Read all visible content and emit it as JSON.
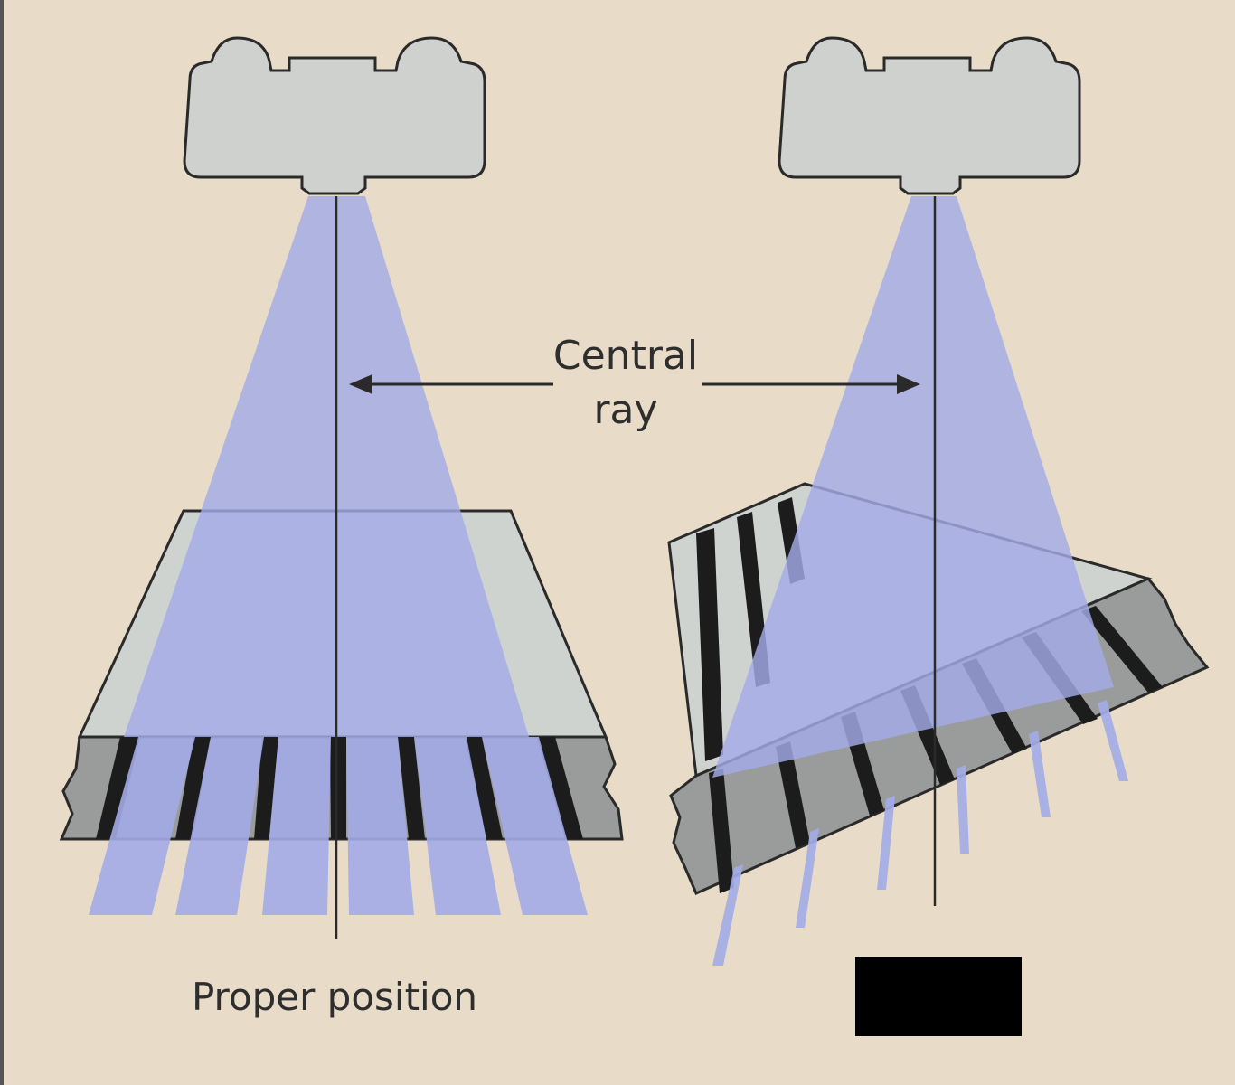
{
  "labels": {
    "central": "Central",
    "ray": "ray",
    "proper_position": "Proper position"
  },
  "colors": {
    "background": "#e8dcc8",
    "tube": "#cfd1cf",
    "outline": "#2a2a2a",
    "beam": "#a3abe6",
    "grid_top": "#cfd3cf",
    "grid_edge": "#9a9c9c",
    "lead_strip": "#1c1c1c",
    "redaction": "#000000"
  },
  "icons": [
    "x-ray-tube-icon",
    "grid-icon",
    "beam-icon",
    "arrow-icon"
  ]
}
